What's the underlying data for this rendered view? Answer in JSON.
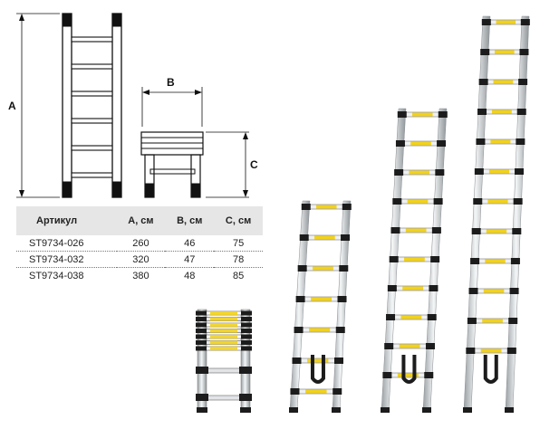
{
  "dimension_labels": {
    "a": "A",
    "b": "B",
    "c": "C"
  },
  "table": {
    "headers": [
      "Артикул",
      "A, см",
      "B, см",
      "C, см"
    ],
    "rows": [
      [
        "ST9734-026",
        "260",
        "46",
        "75"
      ],
      [
        "ST9734-032",
        "320",
        "47",
        "78"
      ],
      [
        "ST9734-038",
        "380",
        "48",
        "85"
      ]
    ]
  },
  "ladders": [
    {
      "model": "ST9734-026",
      "rungs": 8
    },
    {
      "model": "ST9734-032",
      "rungs": 10
    },
    {
      "model": "ST9734-038",
      "rungs": 12
    }
  ],
  "colors": {
    "rung_accent": "#f2d21a",
    "rail": "#cfd3d6",
    "cap": "#1c1c1c",
    "header_bg": "#e6e6e6"
  },
  "icons": [
    "extended-ladder-dimension-icon",
    "collapsed-ladder-dimension-icon",
    "telescopic-ladder-photo"
  ]
}
